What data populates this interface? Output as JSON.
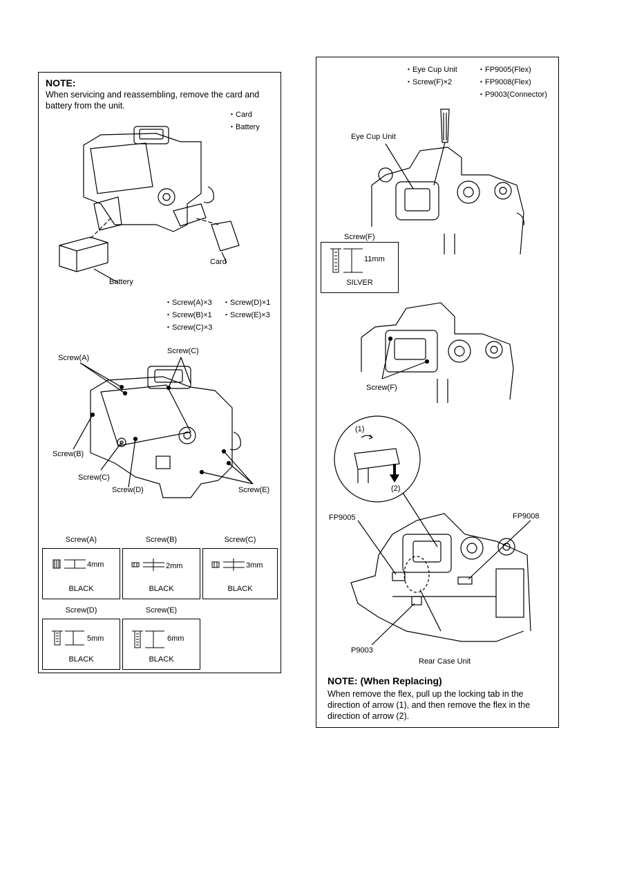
{
  "left_panel": {
    "note_title": "NOTE:",
    "note_text": "When servicing and reassembling, remove the card and battery from the unit.",
    "removal_items": [
      "・Card",
      "・Battery"
    ],
    "figure1_labels": {
      "card": "Card",
      "battery": "Battery"
    },
    "screw_counts_left": [
      "・Screw(A)×3",
      "・Screw(B)×1",
      "・Screw(C)×3"
    ],
    "screw_counts_right": [
      "・Screw(D)×1",
      "・Screw(E)×3"
    ],
    "figure2_labels": {
      "screw_a": "Screw(A)",
      "screw_c_top": "Screw(C)",
      "screw_b": "Screw(B)",
      "screw_c_bottom": "Screw(C)",
      "screw_d": "Screw(D)",
      "screw_e": "Screw(E)"
    },
    "screw_specs": [
      {
        "title": "Screw(A)",
        "length": "4mm",
        "color": "BLACK"
      },
      {
        "title": "Screw(B)",
        "length": "2mm",
        "color": "BLACK"
      },
      {
        "title": "Screw(C)",
        "length": "3mm",
        "color": "BLACK"
      },
      {
        "title": "Screw(D)",
        "length": "5mm",
        "color": "BLACK"
      },
      {
        "title": "Screw(E)",
        "length": "6mm",
        "color": "BLACK"
      }
    ]
  },
  "right_panel": {
    "parts_left": [
      "・Eye Cup Unit",
      "・Screw(F)×2"
    ],
    "parts_right": [
      "・FP9005(Flex)",
      "・FP9008(Flex)",
      "・P9003(Connector)"
    ],
    "figure1_label": "Eye Cup Unit",
    "screw_f_spec": {
      "title": "Screw(F)",
      "length": "11mm",
      "color": "SILVER"
    },
    "figure2_label": "Screw(F)",
    "detail_labels": {
      "arrow1": "(1)",
      "arrow2": "(2)"
    },
    "figure3_labels": {
      "fp9005": "FP9005",
      "fp9008": "FP9008",
      "p9003": "P9003",
      "rear_case": "Rear Case Unit"
    },
    "note_title": "NOTE: (When Replacing)",
    "note_text": "When remove the flex, pull up the locking tab in the direction of arrow (1), and then remove the flex in the direction of arrow (2)."
  }
}
